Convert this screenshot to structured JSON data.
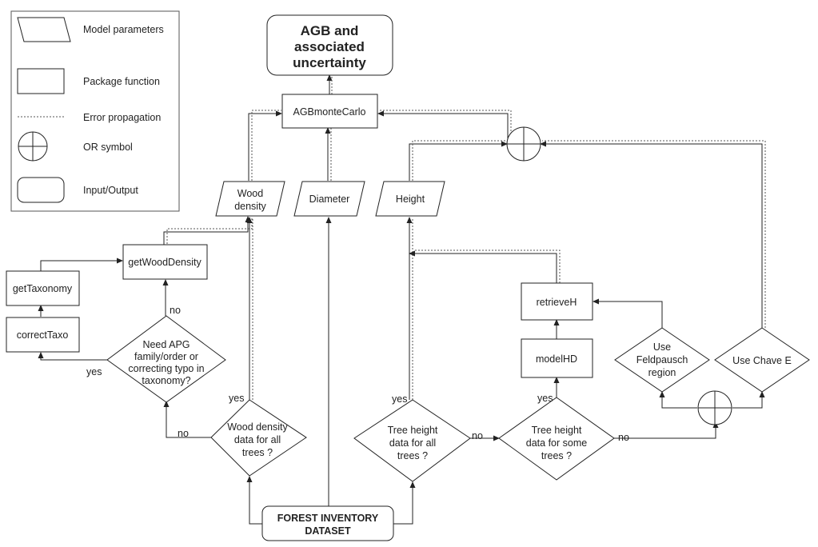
{
  "legend": {
    "model_parameters": "Model parameters",
    "package_function": "Package function",
    "error_propagation": "Error propagation",
    "or_symbol": "OR symbol",
    "input_output": "Input/Output"
  },
  "nodes": {
    "agb_output": [
      "AGB and",
      "associated",
      "uncertainty"
    ],
    "agb_monte_carlo": "AGBmonteCarlo",
    "wood_density_param": [
      "Wood",
      "density"
    ],
    "diameter_param": "Diameter",
    "height_param": "Height",
    "get_wood_density": "getWoodDensity",
    "get_taxonomy": "getTaxonomy",
    "correct_taxo": "correctTaxo",
    "need_apg": [
      "Need APG",
      "family/order or",
      "correcting typo in",
      "taxonomy?"
    ],
    "wood_density_all": [
      "Wood density",
      "data for all",
      "trees ?"
    ],
    "retrieve_h": "retrieveH",
    "model_hd": "modelHD",
    "use_feldpausch": [
      "Use",
      "Feldpausch",
      "region"
    ],
    "use_chave": "Use Chave E",
    "tree_height_all": [
      "Tree height",
      "data for all",
      "trees ?"
    ],
    "tree_height_some": [
      "Tree height",
      "data for some",
      "trees ?"
    ],
    "forest_inventory": [
      "FOREST INVENTORY",
      "DATASET"
    ]
  },
  "edge_labels": {
    "need_apg_no": "no",
    "need_apg_yes": "yes",
    "wood_density_no": "no",
    "wood_density_yes": "yes",
    "height_all_yes": "yes",
    "height_all_no": "no",
    "height_some_yes": "yes",
    "height_some_no": "no"
  }
}
